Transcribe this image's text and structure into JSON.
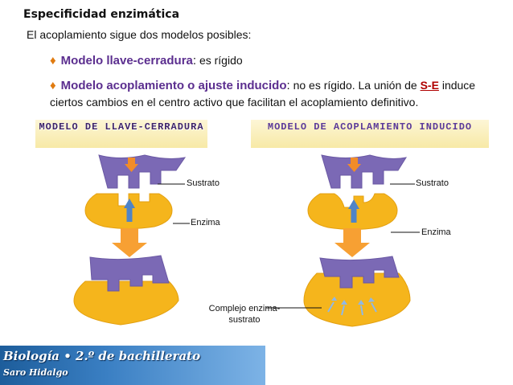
{
  "title": "Especificidad enzimática",
  "intro": "El acoplamiento sigue dos modelos posibles:",
  "bullets": [
    {
      "name": "Modelo llave-cerradura",
      "sep": ":",
      "desc": " es rígido"
    },
    {
      "name": "Modelo acoplamiento o ajuste inducido",
      "sep": ":",
      "desc": " no es rígido. La unión de ",
      "se": "S-E",
      "desc2": " induce ciertos cambios en el centro activo que facilitan el acoplamiento definitivo."
    }
  ],
  "banners": {
    "left": "MODELO DE LLAVE-CERRADURA",
    "right": "MODELO DE ACOPLAMIENTO INDUCIDO"
  },
  "labels": {
    "sustrato_left": "Sustrato",
    "enzima_left": "Enzima",
    "sustrato_right": "Sustrato",
    "enzima_right": "Enzima",
    "complejo": "Complejo enzima- sustrato"
  },
  "colors": {
    "substrate": "#7b69b5",
    "enzyme": "#f5b51c",
    "arrow_orange": "#f28c28",
    "arrow_blue": "#4f84c7"
  },
  "footer": {
    "course": "Biología • 2.º de bachillerato",
    "author": "Saro Hidalgo"
  }
}
